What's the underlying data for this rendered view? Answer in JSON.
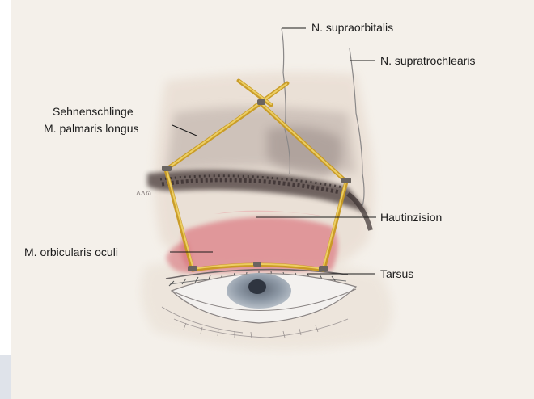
{
  "labels": {
    "supraorbitalis": "N. supraorbitalis",
    "supratrochlearis": "N. supratrochlearis",
    "sehnenschlinge_line1": "Sehnenschlinge",
    "sehnenschlinge_line2": "M. palmaris longus",
    "hautinzision": "Hautinzision",
    "orbicularis": "M. orbicularis oculi",
    "tarsus": "Tarsus"
  },
  "colors": {
    "paper": "#f4f0ea",
    "sling": "#d8b23a",
    "muscle": "#d9737a",
    "brow": "#4a4040",
    "iris": "#8a96a4"
  }
}
